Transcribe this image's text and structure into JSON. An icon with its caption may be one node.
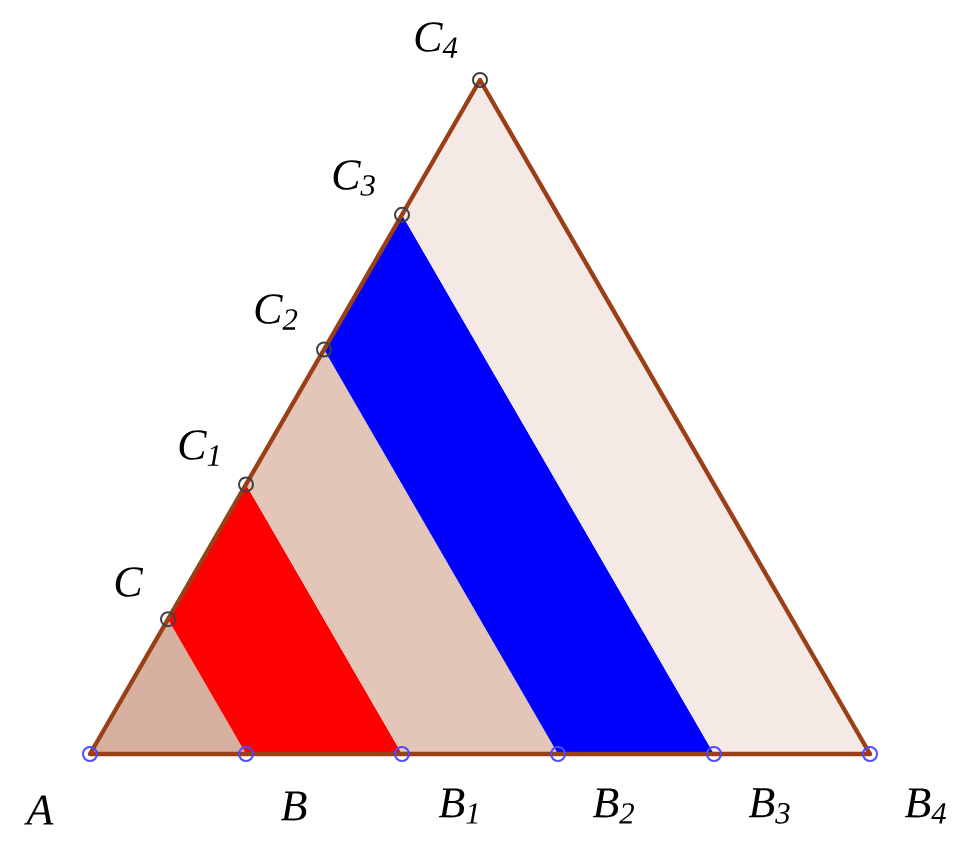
{
  "diagram": {
    "labels": [
      "C$_{4}$",
      "C$_{3}$",
      "C$_{2}$",
      "C$_{1}$",
      "C",
      "A",
      "B",
      "B$_{1}$",
      "B$_{2}$",
      "B$_{3}$",
      "B$_{4}$"
    ]
  }
}
